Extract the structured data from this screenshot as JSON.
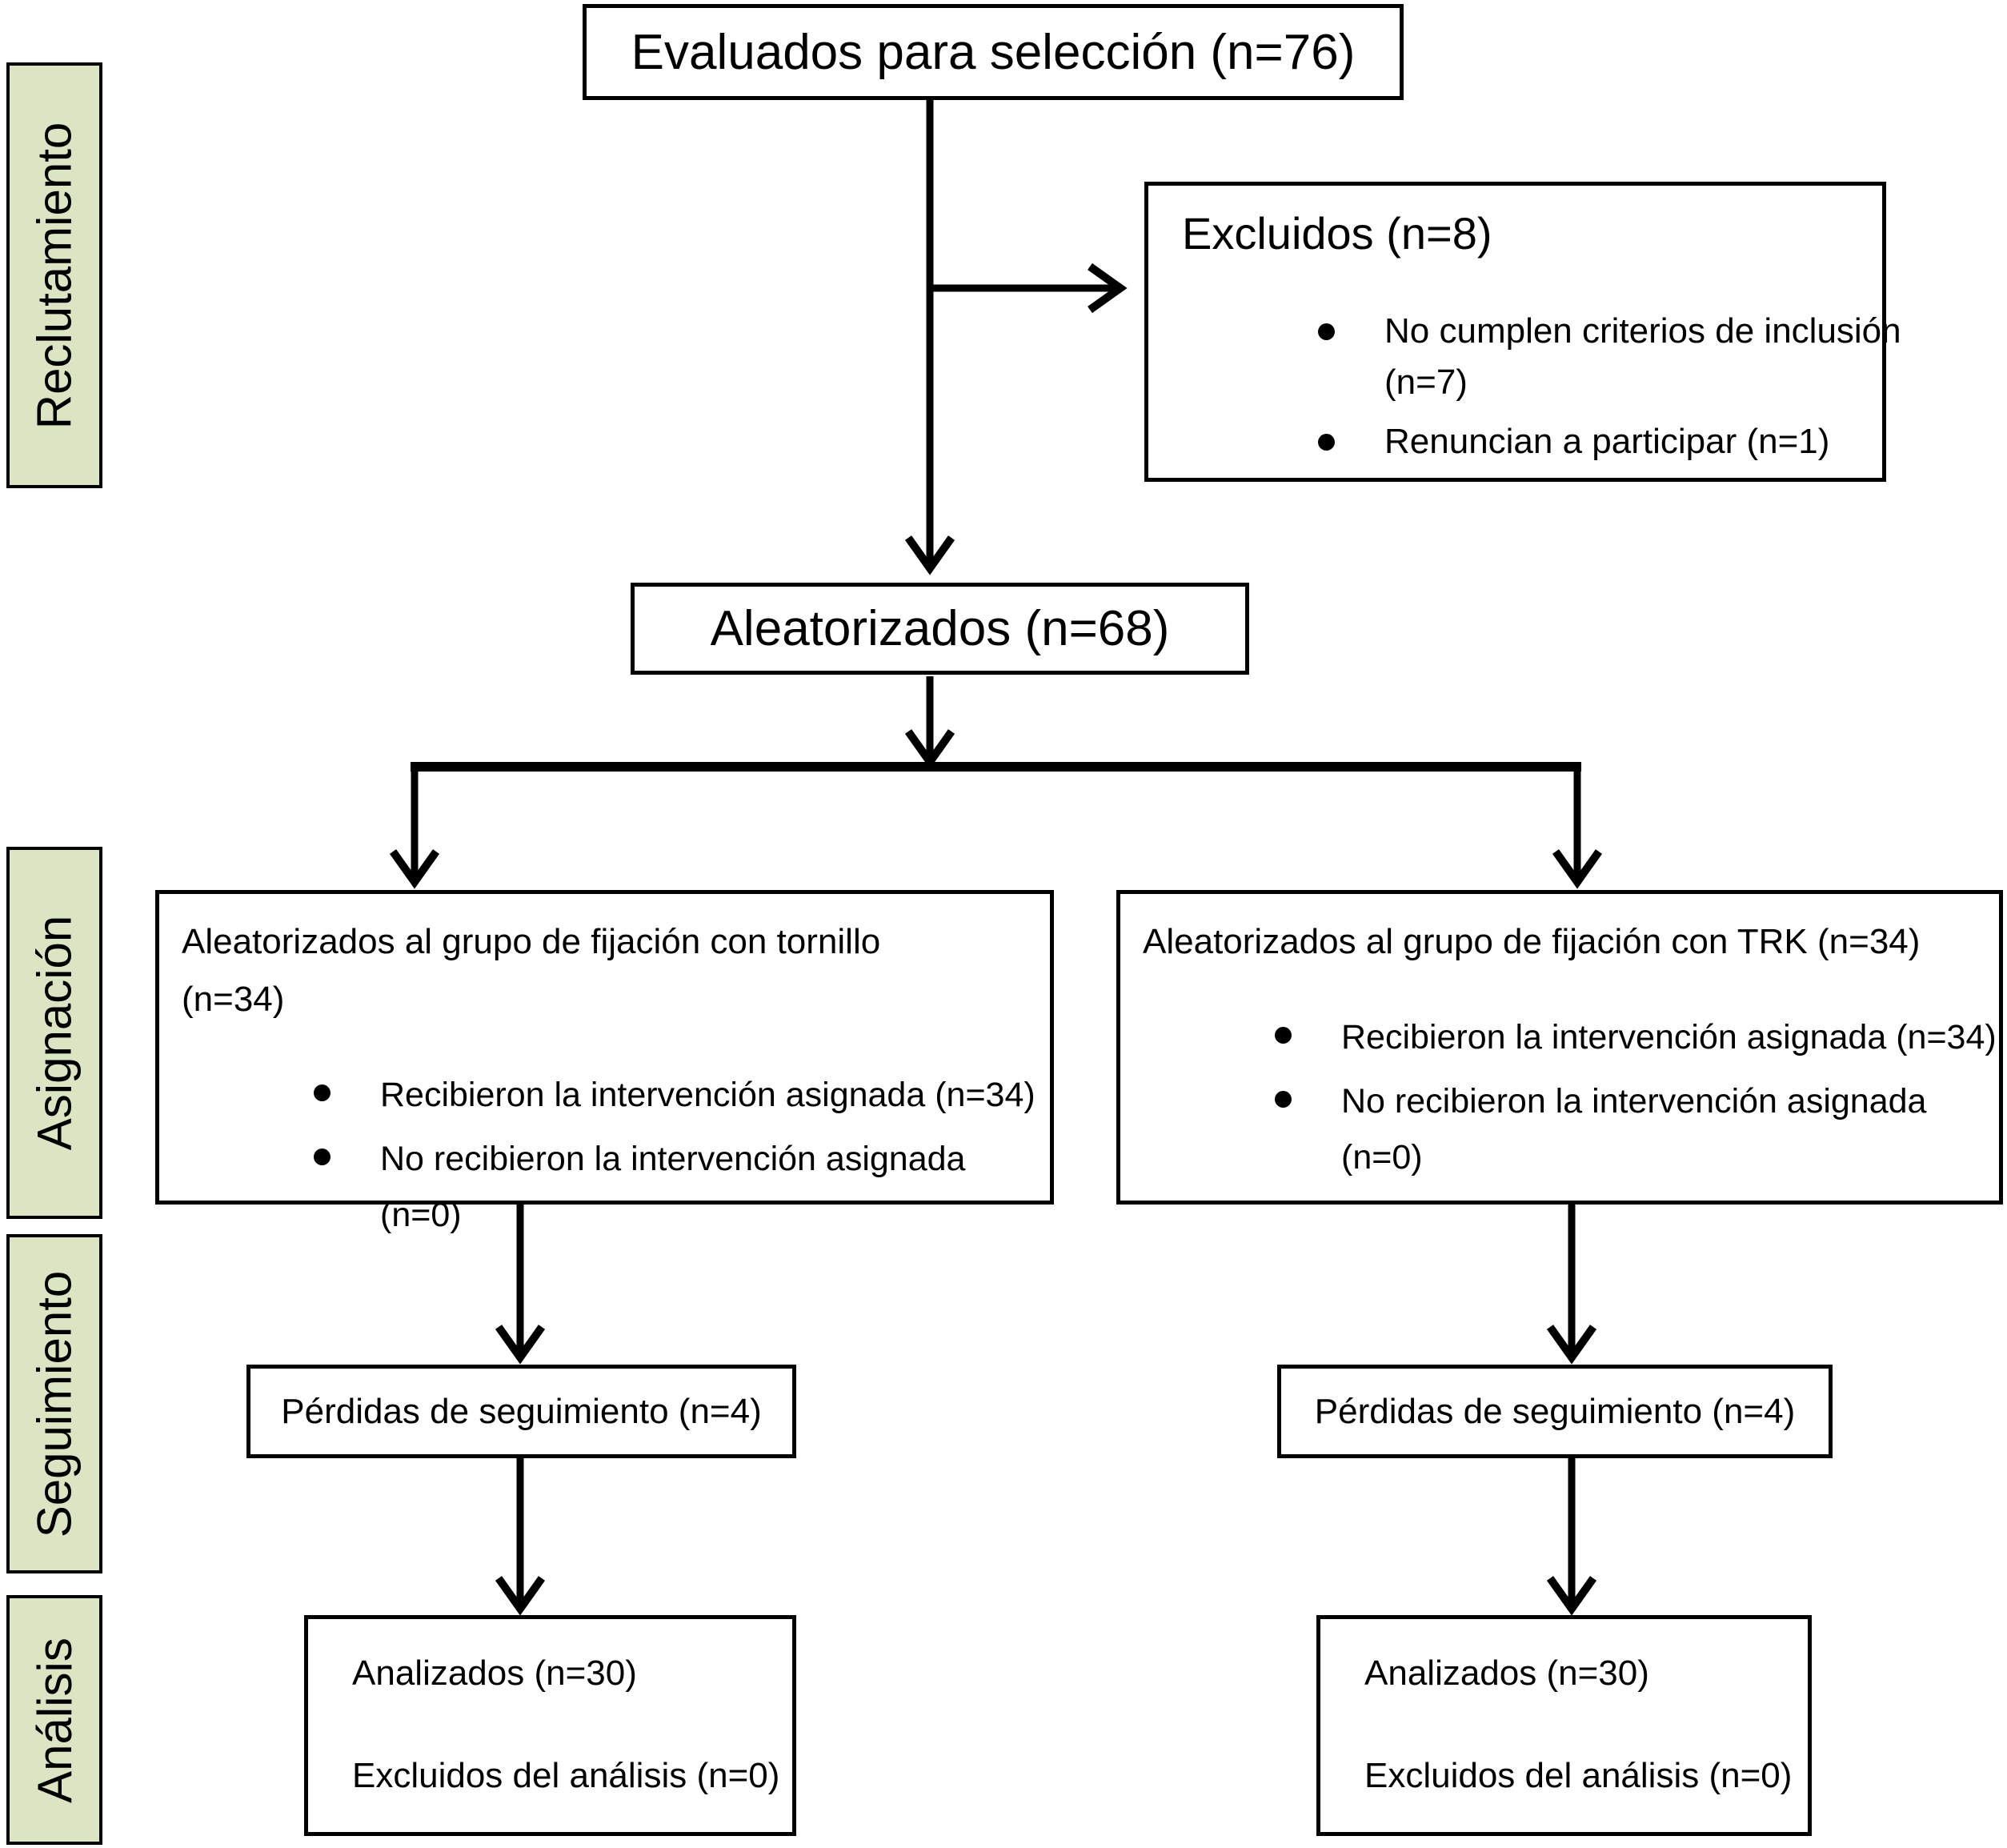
{
  "figure": {
    "stage_labels": [
      "Reclutamiento",
      "Asignación",
      "Seguimiento",
      "Análisis"
    ],
    "colors": {
      "stage_fill": "#dce5c3",
      "stroke": "#000000"
    },
    "assessed": {
      "title": "Evaluados para selección (n=76)"
    },
    "excluded": {
      "title": "Excluidos (n=8)",
      "items": [
        {
          "lines": [
            "No cumplen criterios de inclusión",
            "(n=7)"
          ]
        },
        {
          "lines": [
            "Renuncian a participar (n=1)"
          ]
        }
      ]
    },
    "randomized": {
      "title": "Aleatorizados (n=68)"
    },
    "groups": [
      {
        "title_lines": [
          "Aleatorizados al grupo de fijación con tornillo",
          "(n=34)"
        ],
        "items": [
          {
            "lines": [
              "Recibieron la intervención asignada (n=34)"
            ]
          },
          {
            "lines": [
              "No recibieron la intervención asignada",
              "(n=0)"
            ]
          }
        ]
      },
      {
        "title_lines": [
          "Aleatorizados al grupo de fijación con TRK (n=34)"
        ],
        "items": [
          {
            "lines": [
              "Recibieron la intervención asignada (n=34)"
            ]
          },
          {
            "lines": [
              "No recibieron la intervención asignada",
              "(n=0)"
            ]
          }
        ]
      }
    ],
    "followup": [
      {
        "title": "Pérdidas de seguimiento (n=4)"
      },
      {
        "title": "Pérdidas de seguimiento (n=4)"
      }
    ],
    "analysis": [
      {
        "lines": [
          "Analizados (n=30)",
          "Excluidos del análisis (n=0)"
        ]
      },
      {
        "lines": [
          "Analizados (n=30)",
          "Excluidos del análisis (n=0)"
        ]
      }
    ]
  }
}
